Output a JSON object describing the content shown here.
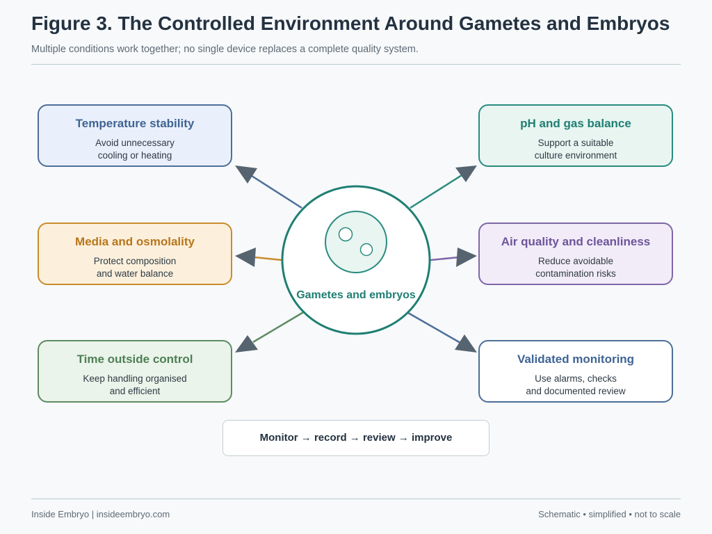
{
  "header": {
    "title": "Figure 3. The Controlled Environment Around Gametes and Embryos",
    "subtitle": "Multiple conditions work together; no single device replaces a complete quality system."
  },
  "center": {
    "label": "Gametes and embryos"
  },
  "boxes": {
    "temperature": {
      "title": "Temperature stability",
      "line1": "Avoid unnecessary",
      "line2": "cooling or heating",
      "color": "#4d6f98"
    },
    "ph_gas": {
      "title": "pH and gas balance",
      "line1": "Support a suitable",
      "line2": "culture environment",
      "color": "#2a8b7e"
    },
    "media": {
      "title": "Media and osmolality",
      "line1": "Protect composition",
      "line2": "and water balance",
      "color": "#c98c2c"
    },
    "air": {
      "title": "Air quality and cleanliness",
      "line1": "Reduce avoidable",
      "line2": "contamination risks",
      "color": "#7f67a8"
    },
    "time": {
      "title": "Time outside control",
      "line1": "Keep handling organised",
      "line2": "and efficient",
      "color": "#5d8b62"
    },
    "monitoring": {
      "title": "Validated monitoring",
      "line1": "Use alarms, checks",
      "line2": "and documented review",
      "color": "#4d6f98"
    }
  },
  "loop": {
    "label": "Monitor → record → review → improve"
  },
  "footer": {
    "left": "Inside Embryo | insideembryo.com",
    "right": "Schematic • simplified • not to scale"
  }
}
